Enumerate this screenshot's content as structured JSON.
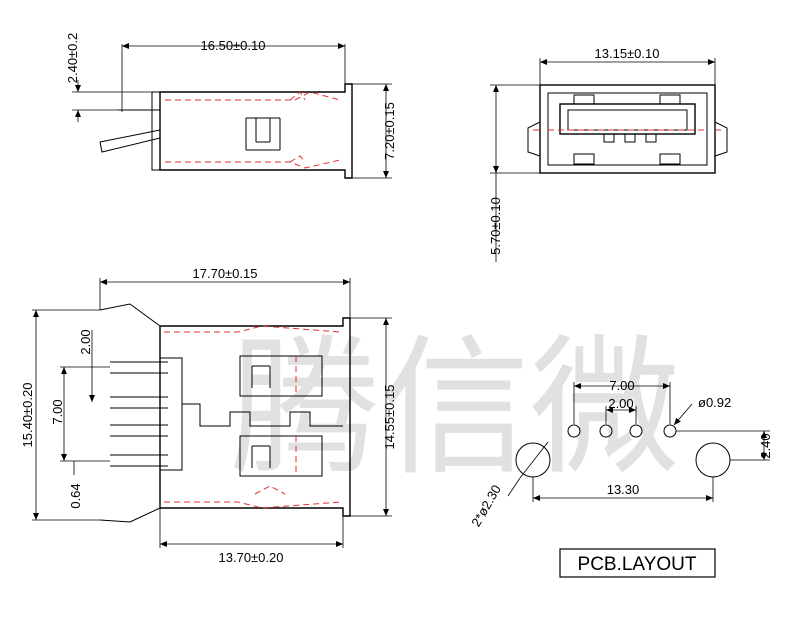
{
  "watermark": "腾信微",
  "side_view": {
    "dim_length": "16.50±0.10",
    "dim_top": "2.40±0.2",
    "dim_height": "7.20±0.15"
  },
  "front_view": {
    "dim_width": "13.15±0.10",
    "dim_height": "5.70±0.10"
  },
  "top_view": {
    "dim_total_length": "17.70±0.15",
    "dim_body_length": "13.70±0.20",
    "dim_total_width": "15.40±0.20",
    "dim_body_width": "14.55±0.15",
    "dim_pin_pitch": "2.00",
    "dim_pin_span": "7.00",
    "dim_pin_offset": "0.64"
  },
  "pcb_layout": {
    "title": "PCB.LAYOUT",
    "pin_span": "7.00",
    "pin_pitch": "2.00",
    "pin_diameter": "ø0.92",
    "post_span": "13.30",
    "post_offset": "2.40",
    "post_diameter": "2*ø2.30"
  }
}
